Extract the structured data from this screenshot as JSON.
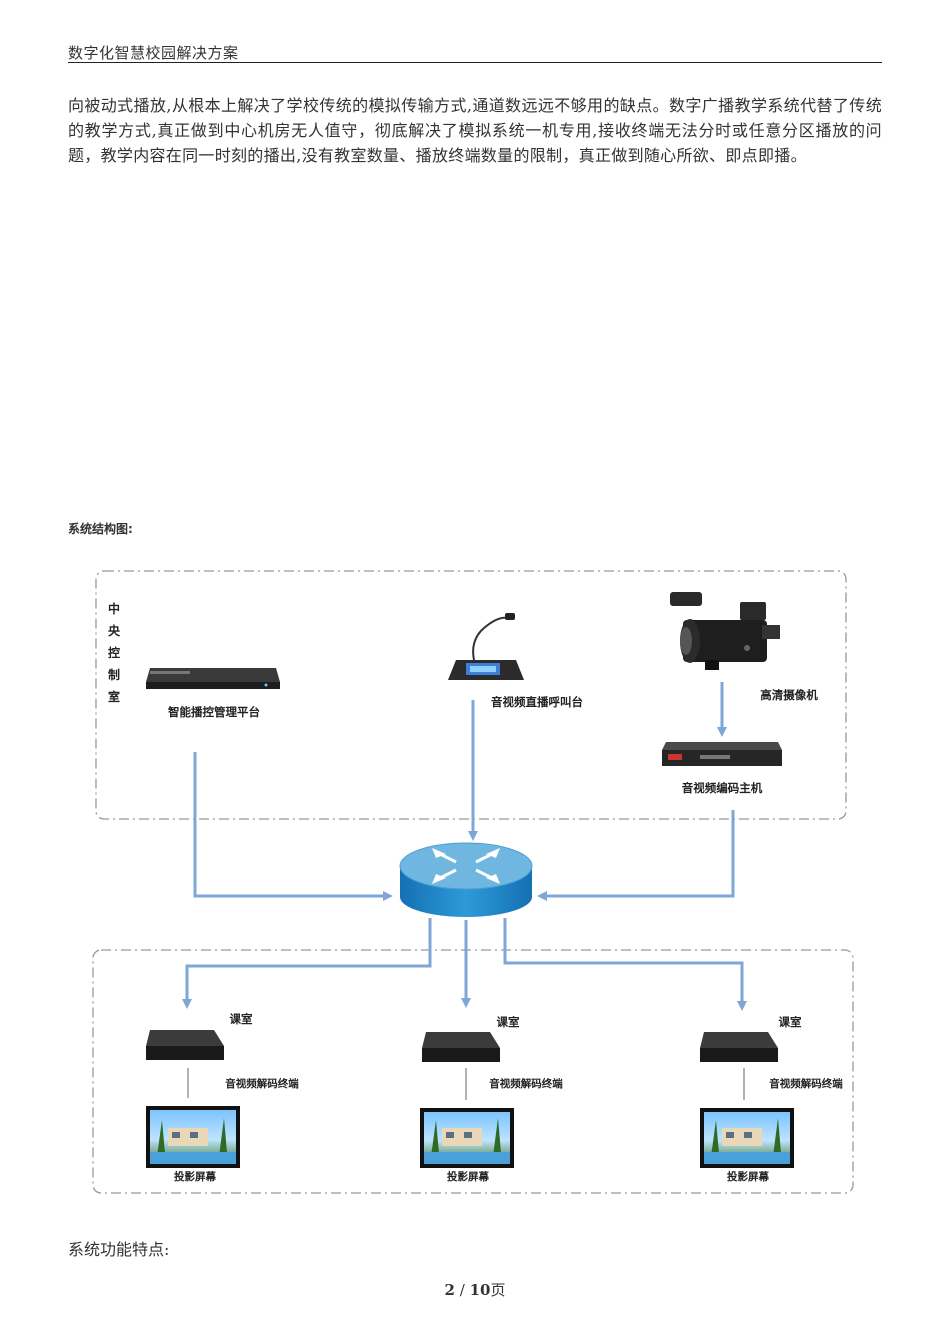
{
  "header": {
    "title": "数字化智慧校园解决方案"
  },
  "body": {
    "paragraph": "向被动式播放,从根本上解决了学校传统的模拟传输方式,通道数远远不够用的缺点。数字广播教学系统代替了传统的教学方式,真正做到中心机房无人值守，彻底解决了模拟系统一机专用,接收终端无法分时或任意分区播放的问题，教学内容在同一时刻的播出,没有教室数量、播放终端数量的限制，真正做到随心所欲、即点即播。",
    "diagram_caption": "系统结构图:",
    "features_heading": "系统功能特点:"
  },
  "diagram": {
    "control_room_label": [
      "中",
      "央",
      "控",
      "制",
      "室"
    ],
    "server_label": "智能播控管理平台",
    "intercom_label": "音视频直播呼叫台",
    "camera_label": "高清摄像机",
    "encoder_label": "音视频编码主机",
    "classrooms": [
      {
        "room_label": "课室",
        "decoder_label": "音视频解码终端",
        "screen_label": "投影屏幕"
      },
      {
        "room_label": "课室",
        "decoder_label": "音视频解码终端",
        "screen_label": "投影屏幕"
      },
      {
        "room_label": "课室",
        "decoder_label": "音视频解码终端",
        "screen_label": "投影屏幕"
      }
    ]
  },
  "footer": {
    "current": "2",
    "separator": " / ",
    "total": "10",
    "suffix": "页"
  },
  "colors": {
    "arrow": "#7ea6d6",
    "router_top": "#6fb7e0",
    "router_side": "#1a7fc4"
  }
}
